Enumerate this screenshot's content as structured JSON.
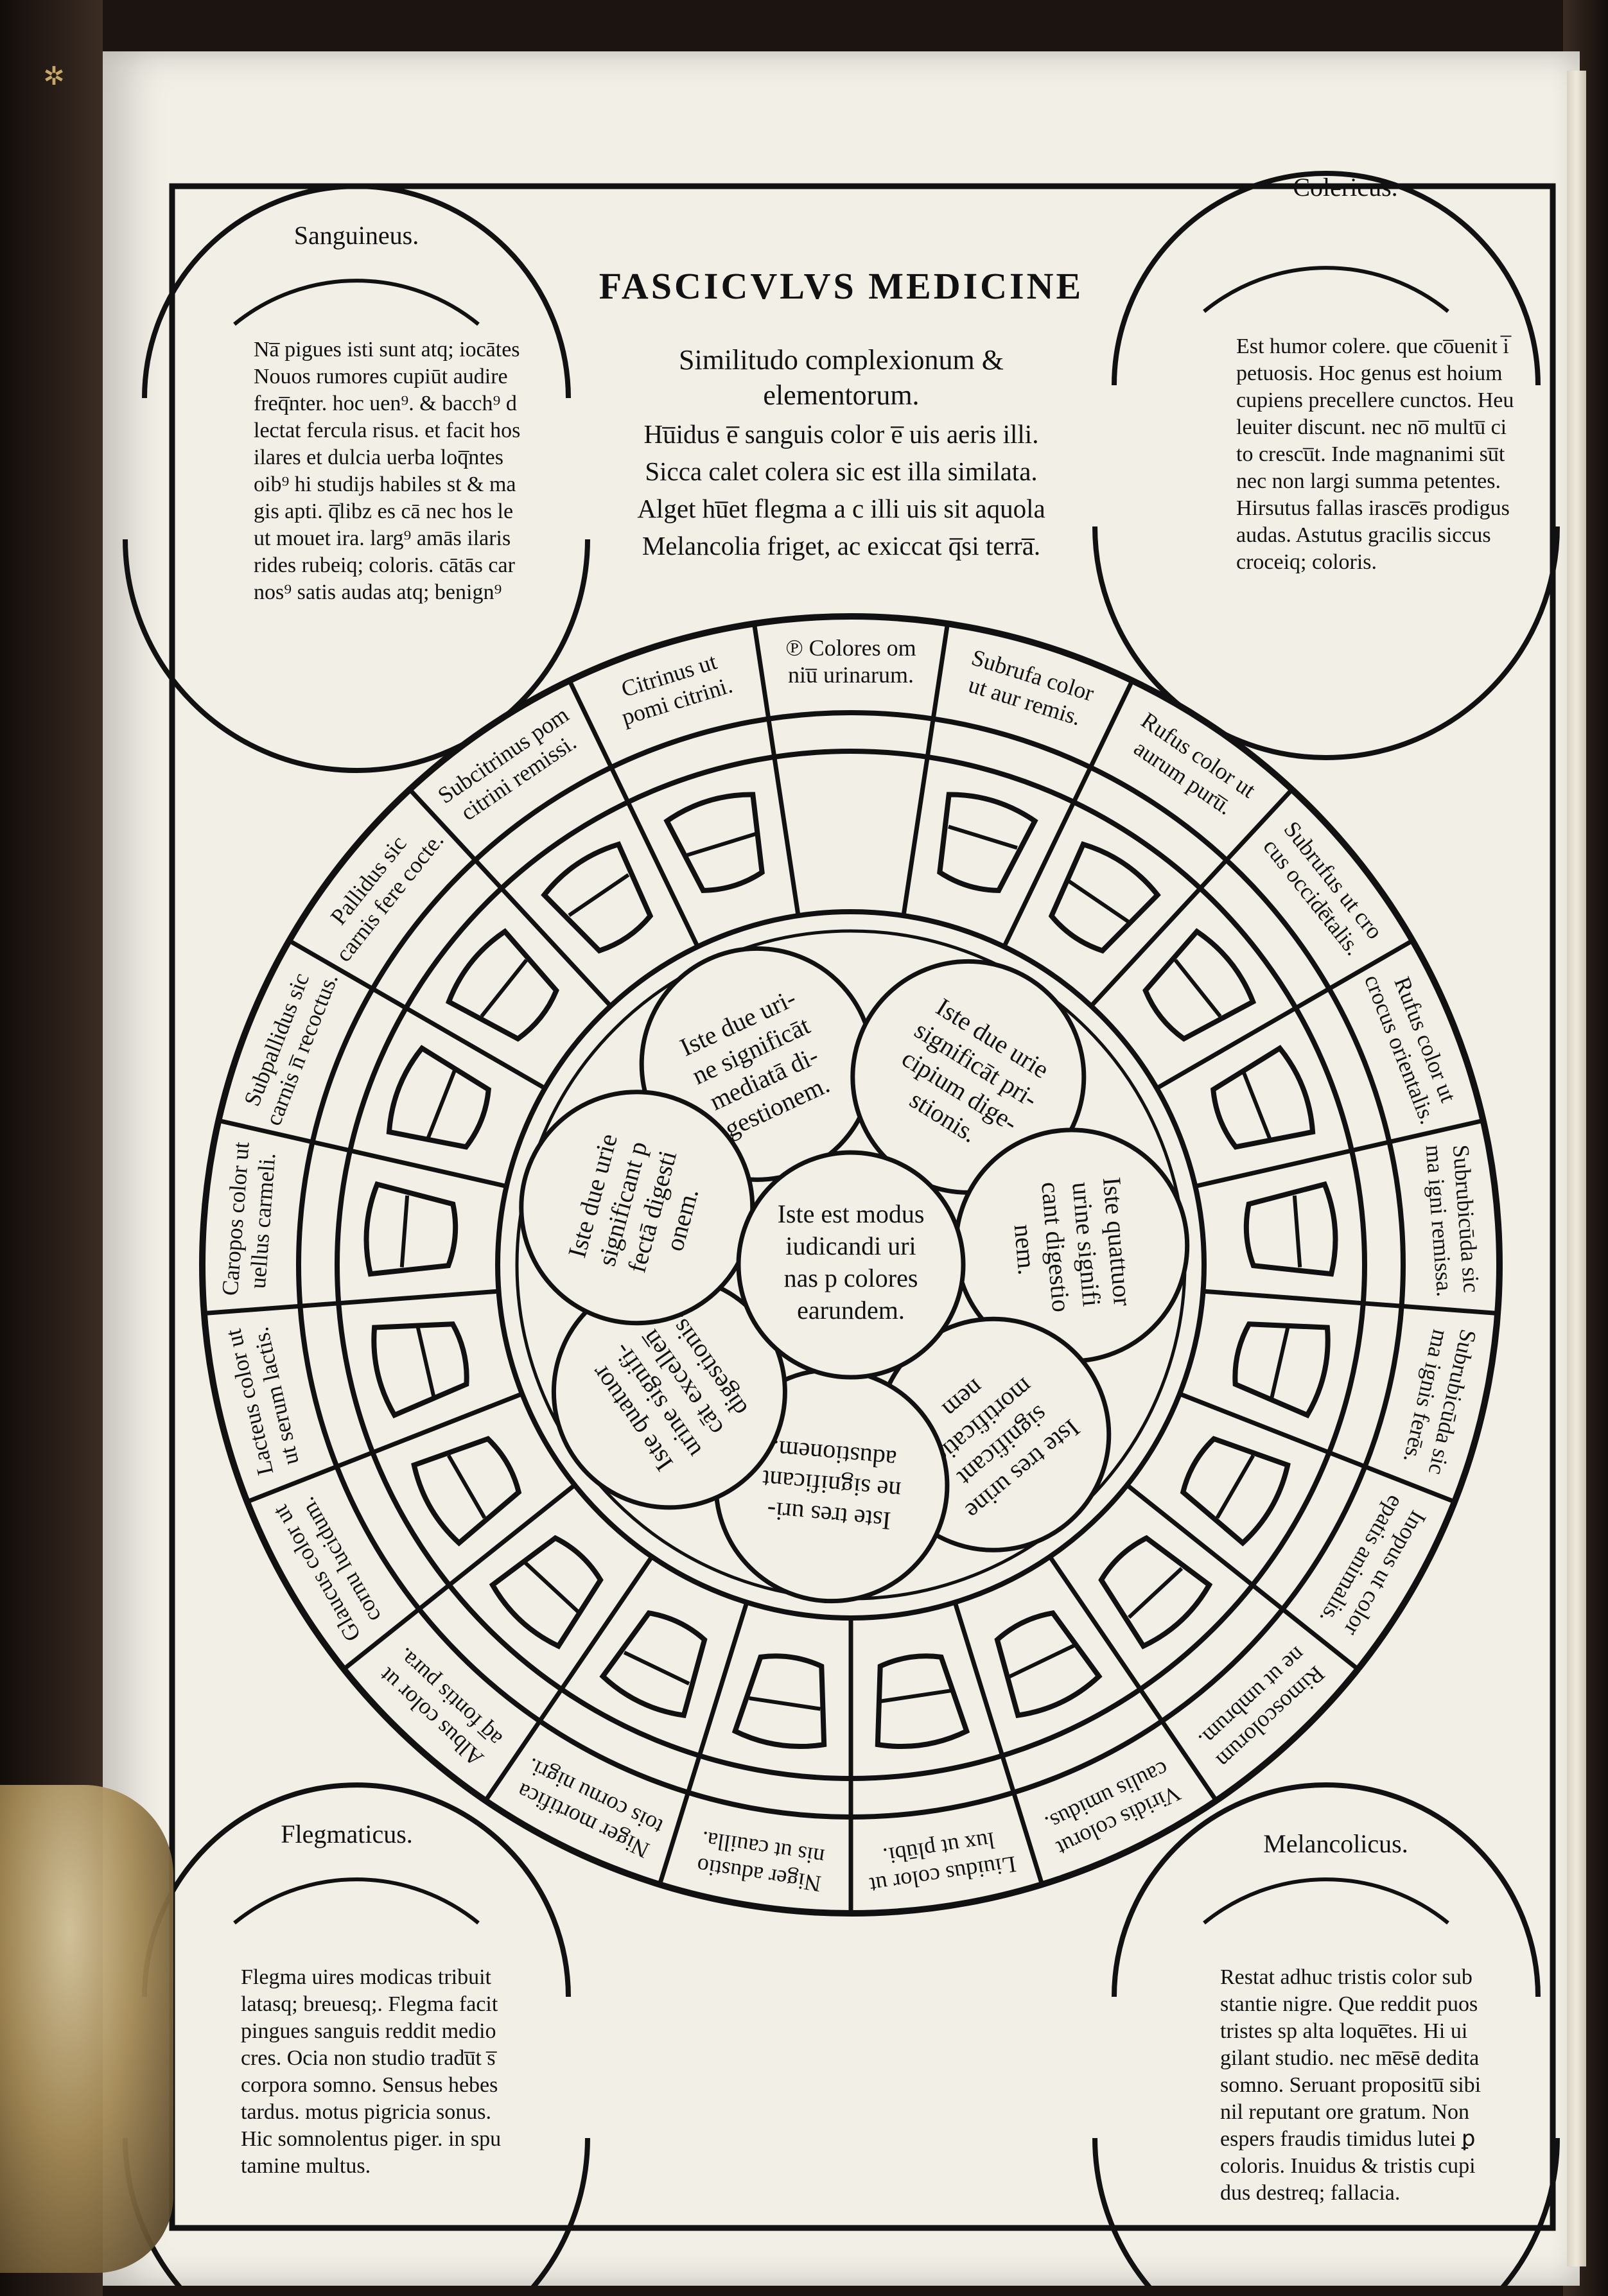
{
  "header": {
    "running_title": "FASCICVLVS MEDICINE",
    "subtitle_lines": [
      "Similitudo complexionum &",
      "elementorum."
    ],
    "verses": [
      "Hu̅idus e̅ sanguis color e̅ uis aeris illi.",
      "Sicca calet colera sic est illa similata.",
      "Alget hu̅et flegma a c illi uis sit aquola",
      "Melancolia friget, ac exiccat q̅si terra̅."
    ]
  },
  "corners": {
    "top_left": {
      "title": "Sanguineus.",
      "lines": [
        "Na̅ pigues isti sunt atq; iocātes",
        "Nouos rumores cupiūt audire",
        "freq̅nter. hoc uen⁹. & bacch⁹ d",
        "lectat fercula risus. et facit hos",
        "ilares et dulcia uerba loq̅ntes",
        "oib⁹ hi studijs habiles st & ma",
        "gis apti. q̅libz es cā nec hos le",
        "ut mouet ira. larg⁹ amās ilaris",
        "rides rubeiq; coloris. cātās car",
        "nos⁹ satis audas atq; benign⁹"
      ]
    },
    "top_right": {
      "title": "Colericus.",
      "lines": [
        "Est humor colere. que co̅uenit i̅",
        "petuosis. Hoc genus est hoium",
        "cupiens precellere cunctos. Heu",
        "leuiter discunt. nec no̅ multu̅ ci",
        "to crescu̅t. Inde magnanimi su̅t",
        "nec non largi summa petentes.",
        "Hirsutus fallas irasce̅s prodigus",
        "audas. Astutus gracilis siccus",
        "croceiq; coloris."
      ]
    },
    "bottom_left": {
      "title": "Flegmaticus.",
      "lines": [
        "Flegma uires modicas tribuit",
        "latasq; breuesq;. Flegma facit",
        "pingues sanguis reddit medio",
        "cres. Ocia non studio tradu̅t s̅",
        "corpora somno. Sensus hebes",
        "tardus. motus pigricia sonus.",
        "Hic somnolentus piger. in spu",
        "tamine multus."
      ]
    },
    "bottom_right": {
      "title": "Melancolicus.",
      "lines": [
        "Restat adhuc tristis color sub",
        "stantie nigre. Que reddit puos",
        "tristes sp alta loque̅tes. Hi ui",
        "gilant studio. nec me̅sē dedita",
        "somno. Seruant propositu̅ sibi",
        "nil reputant ore gratum. Non",
        "espers fraudis timidus lutei ꝑ",
        "coloris. Inuidus & tristis cupi",
        "dus destreq; fallacia."
      ]
    }
  },
  "wheel": {
    "heading_sector": [
      "℗ Colores om",
      "niu̅ urinarum."
    ],
    "sectors": [
      [
        "Subrufa color",
        "ut aur remis."
      ],
      [
        "Rufus color ut",
        "aurum puru̅."
      ],
      [
        "Subrufus ut cro",
        "cus occidētalis."
      ],
      [
        "Rufus color ut",
        "crocus orientalis."
      ],
      [
        "Subrubicūda sic",
        "ma igni remissa."
      ],
      [
        "Subrubicūda sic",
        "ma ignis ferēs."
      ],
      [
        "Inopus ut color",
        "epatis animalis."
      ],
      [
        "Rimoscolorum",
        "ne ut umbrum."
      ],
      [
        "Viridis colorut",
        "caulis umidus."
      ],
      [
        "Liuidus color ut",
        "lux ut plūbi."
      ],
      [
        "Niger adustio",
        "nis ut cauilla."
      ],
      [
        "Niger mortifica",
        "tois cornu nigri."
      ],
      [
        "Albus color ut",
        "aq̅ fontis pura."
      ],
      [
        "Glaucus color ut",
        "cornu lucidum."
      ],
      [
        "Lacteus color ut",
        "ut serum lactis."
      ],
      [
        "Caropos color ut",
        "uellus carmeli."
      ],
      [
        "Subpallidus sic",
        "carnis n̅ recoctus."
      ],
      [
        "Pallidus sic",
        "carnis fere cocte."
      ],
      [
        "Subcitrinus pom",
        "citrini remissi."
      ],
      [
        "Citrinus ut",
        "pomi citrini."
      ]
    ],
    "inner_circles": [
      [
        "Iste due uri-",
        "ne significāt",
        "mediatā di-",
        "gestionem."
      ],
      [
        "Iste due urie",
        "significāt pri-",
        "cipium dige-",
        "stionis."
      ],
      [
        "Iste quattuor",
        "urine signifi",
        "cant digestio",
        "nem."
      ],
      [
        "Iste tres urine",
        "significant",
        "mortificatio",
        "nem"
      ],
      [
        "Iste tres uri-",
        "ne significant",
        "adustionem."
      ],
      [
        "Iste quatuor",
        "urine signifi-",
        "cāt excellen̅",
        "digestionis."
      ],
      [
        "Iste due urie",
        "significant p",
        "fectā digesti",
        "onem."
      ]
    ],
    "center": [
      "Iste est modus",
      "iudicandi uri",
      "nas p colores",
      "earundem."
    ],
    "fill_levels": [
      0.6,
      0.5,
      0.55,
      0.45,
      0.6,
      0.5,
      0.55,
      0.6,
      0.5,
      0.45,
      0.55,
      0.6,
      0.5,
      0.55,
      0.45,
      0.6,
      0.5,
      0.55,
      0.6,
      0.5
    ]
  }
}
